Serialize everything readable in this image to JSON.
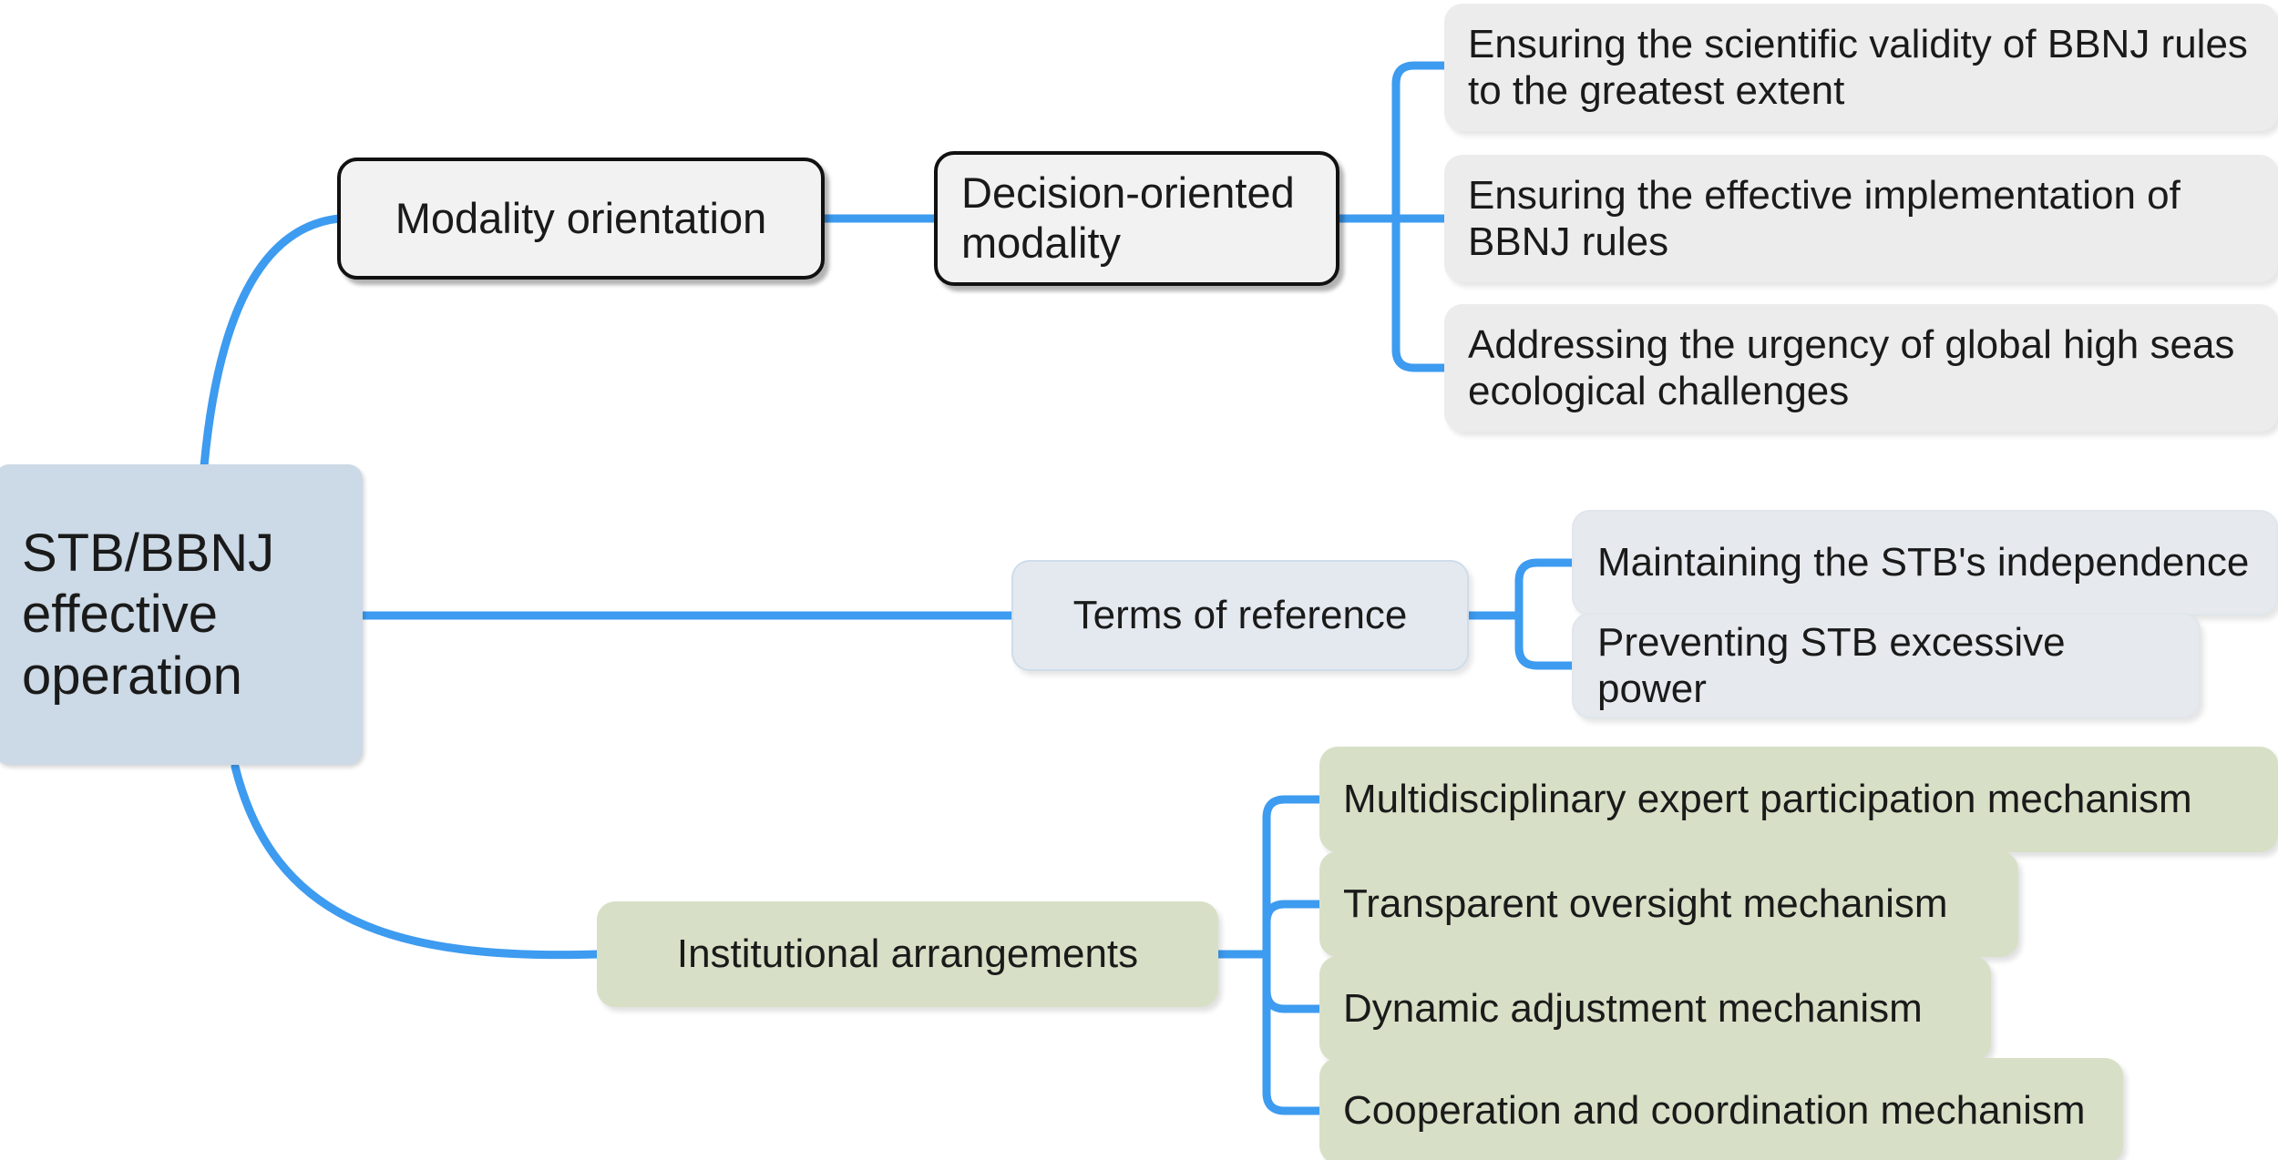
{
  "diagram": {
    "type": "mind-map",
    "root": {
      "label": "STB/BBNJ effective operation",
      "color": "#ccd9e6"
    },
    "branches": [
      {
        "name": "modality-orientation",
        "label": "Modality orientation",
        "color": "#f2f2f2",
        "children": [
          {
            "label": "Decision-oriented modality",
            "color": "#f2f2f2",
            "children": [
              {
                "label": "Ensuring the scientific validity of BBNJ rules to the greatest extent",
                "color": "#ececed"
              },
              {
                "label": "Ensuring the effective implementation of BBNJ rules",
                "color": "#ececed"
              },
              {
                "label": "Addressing the urgency of global high seas ecological challenges",
                "color": "#ececed"
              }
            ]
          }
        ]
      },
      {
        "name": "terms-of-reference",
        "label": "Terms of reference",
        "color": "#e3e9ef",
        "children": [
          {
            "label": "Maintaining the STB's independence",
            "color": "#e6eaee"
          },
          {
            "label": "Preventing STB excessive power",
            "color": "#e6eaee"
          }
        ]
      },
      {
        "name": "institutional-arrangements",
        "label": "Institutional arrangements",
        "color": "#d7e0c6",
        "children": [
          {
            "label": "Multidisciplinary expert participation mechanism",
            "color": "#d7e0c6"
          },
          {
            "label": "Transparent oversight mechanism",
            "color": "#d7e0c6"
          },
          {
            "label": "Dynamic adjustment mechanism",
            "color": "#d7e0c6"
          },
          {
            "label": "Cooperation and coordination mechanism",
            "color": "#d7e0c6"
          }
        ]
      }
    ],
    "connector_color": "#3d9bf0"
  }
}
